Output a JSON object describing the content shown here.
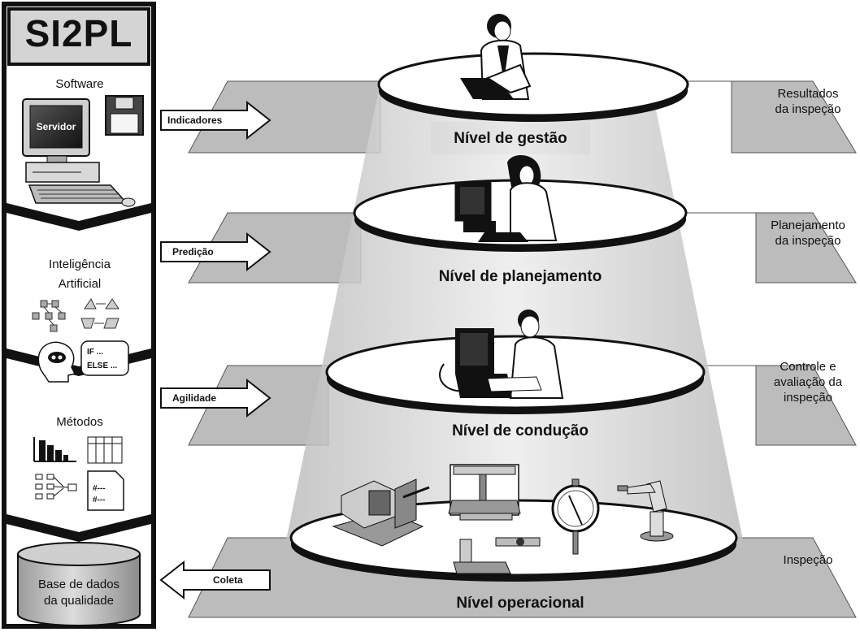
{
  "sidebar": {
    "title": "SI2PL",
    "software_label": "Software",
    "monitor_text": "Servidor",
    "ai_label_line1": "Inteligência",
    "ai_label_line2": "Artificial",
    "ai_rule_line1": "IF ...",
    "ai_rule_line2": "ELSE ...",
    "methods_label": "Métodos",
    "methods_doc_line1": "#---",
    "methods_doc_line2": "#---",
    "database_label_line1": "Base de dados",
    "database_label_line2": "da qualidade"
  },
  "arrows": {
    "indicadores": "Indicadores",
    "predicao": "Predição",
    "agilidade": "Agilidade",
    "coleta": "Coleta"
  },
  "levels": {
    "gestao": "Nível de gestão",
    "planejamento": "Nível de planejamento",
    "conducao": "Nível de condução",
    "operacional": "Nível operacional"
  },
  "right_labels": {
    "resultados_1": "Resultados",
    "resultados_2": "da inspeção",
    "planejamento_1": "Planejamento",
    "planejamento_2": "da inspeção",
    "controle_1": "Controle e",
    "controle_2": "avaliação da",
    "controle_3": "inspeção",
    "inspecao": "Inspeção"
  }
}
